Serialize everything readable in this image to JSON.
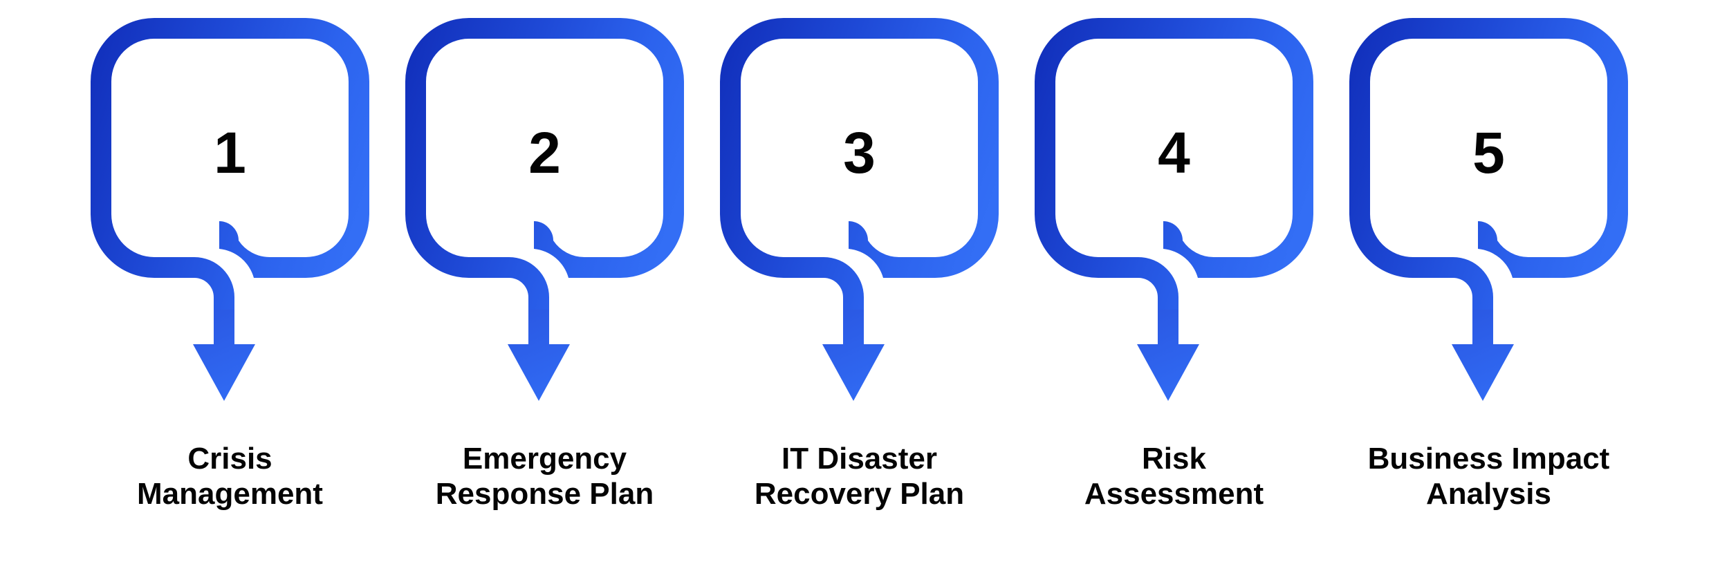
{
  "diagram": {
    "type": "process-flow",
    "title": "",
    "orientation": "horizontal",
    "background_color": "#ffffff",
    "colors": {
      "gradient_dark": "#1438c2",
      "gradient_mid": "#2352de",
      "gradient_light": "#3069f2",
      "arrow": "#2d5fe8",
      "text": "#000000",
      "box_fill": "#ffffff"
    },
    "steps": [
      {
        "number": "1",
        "label": "Crisis\nManagement",
        "label_line1": "Crisis",
        "label_line2": "Management"
      },
      {
        "number": "2",
        "label": "Emergency\nResponse Plan",
        "label_line1": "Emergency",
        "label_line2": "Response Plan"
      },
      {
        "number": "3",
        "label": "IT Disaster\nRecovery Plan",
        "label_line1": "IT Disaster",
        "label_line2": "Recovery Plan"
      },
      {
        "number": "4",
        "label": "Risk\nAssessment",
        "label_line1": "Risk",
        "label_line2": "Assessment"
      },
      {
        "number": "5",
        "label": "Business Impact\nAnalysis",
        "label_line1": "Business Impact",
        "label_line2": "Analysis"
      }
    ]
  }
}
